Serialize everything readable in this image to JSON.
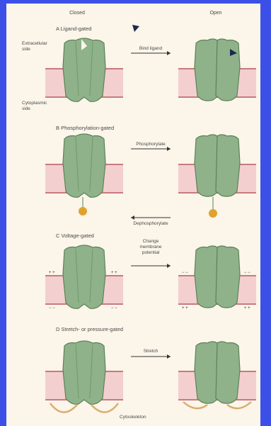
{
  "columns": {
    "closed": "Closed",
    "open": "Open"
  },
  "side_labels": {
    "extracellular": [
      "Extracellular",
      "side"
    ],
    "cytoplasmic": [
      "Cytoplasmic",
      "side"
    ]
  },
  "panels": [
    {
      "id": "A",
      "title": "A  Ligand-gated",
      "actions": [
        "Bind ligand"
      ]
    },
    {
      "id": "B",
      "title": "B  Phosphorylation-gated",
      "actions": [
        "Phosphorylate",
        "Dephosphorylate"
      ]
    },
    {
      "id": "C",
      "title": "C  Voltage-gated",
      "actions": [
        "Change",
        "membrane",
        "potential"
      ]
    },
    {
      "id": "D",
      "title": "D  Stretch- or pressure-gated",
      "actions": [
        "Stretch"
      ]
    }
  ],
  "cytoskeleton_label": "Cytoskeleton",
  "colors": {
    "background": "#3c50e8",
    "panel": "#fbf5ea",
    "protein_fill": "#8fb28a",
    "protein_stroke": "#5c8256",
    "membrane_band": "#f3cfd0",
    "membrane_line": "#c87a7e",
    "ligand": "#1c2a4a",
    "phosphate": "#e0a22e",
    "cytoskeleton": "#d9ae6e"
  }
}
